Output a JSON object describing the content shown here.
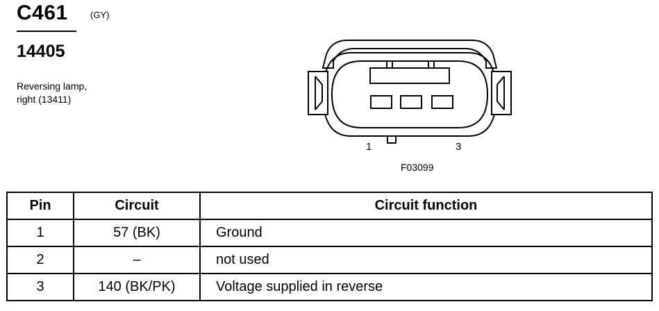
{
  "connector": {
    "id": "C461",
    "color": "(GY)",
    "part_number": "14405",
    "description_line1": "Reversing lamp,",
    "description_line2": "right (13411)"
  },
  "diagram": {
    "pin_left": "1",
    "pin_right": "3",
    "figure_code": "F03099"
  },
  "table": {
    "headers": [
      "Pin",
      "Circuit",
      "Circuit function"
    ],
    "rows": [
      {
        "pin": "1",
        "circuit": "57 (BK)",
        "function": "Ground"
      },
      {
        "pin": "2",
        "circuit": "–",
        "function": "not used"
      },
      {
        "pin": "3",
        "circuit": "140 (BK/PK)",
        "function": "Voltage supplied in reverse"
      }
    ]
  }
}
